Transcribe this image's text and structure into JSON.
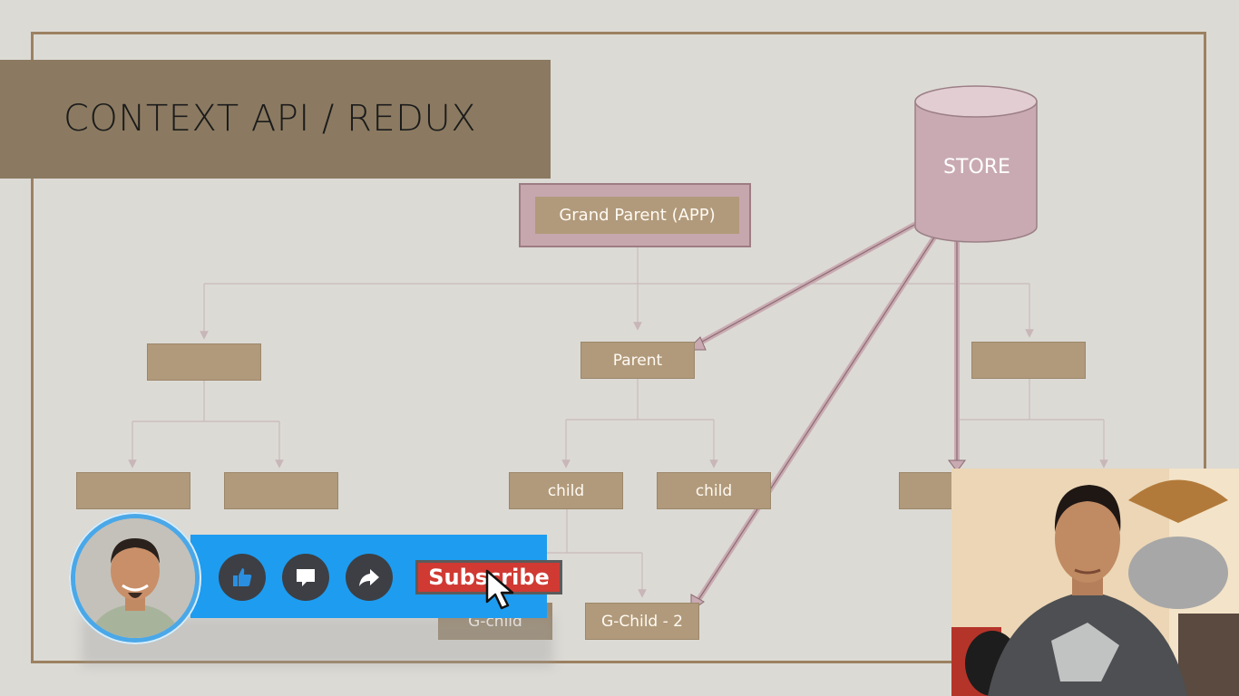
{
  "slide": {
    "title": "CONTEXT API / REDUX",
    "store_label": "STORE",
    "grand_parent_label": "Grand Parent (APP)",
    "parent_label": "Parent",
    "child_label_1": "child",
    "child_label_2": "child",
    "gchild_label_1": "G-child",
    "gchild_label_2": "G-Child - 2"
  },
  "overlay": {
    "subscribe_label": "Subscribe"
  },
  "colors": {
    "background": "#dcdad5",
    "title_band": "#8b7a61",
    "node": "#b19a7b",
    "store": "#c9aab2",
    "subscribe_bar": "#1e9cf0",
    "subscribe_button": "#d03a33"
  },
  "icons": [
    "like-icon",
    "comment-icon",
    "share-icon",
    "cursor-icon"
  ]
}
